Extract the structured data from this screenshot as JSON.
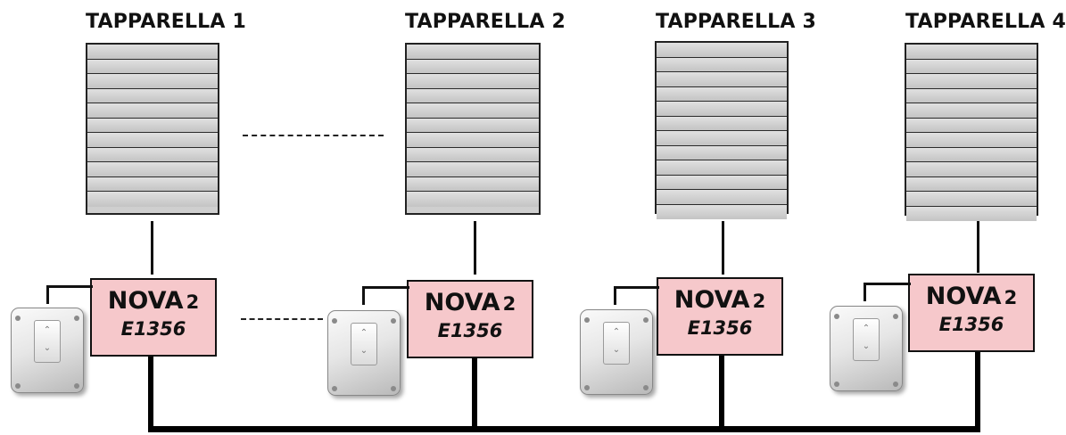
{
  "labels": [
    "TAPPARELLA 1",
    "TAPPARELLA 2",
    "TAPPARELLA 3",
    "TAPPARELLA 4"
  ],
  "module": {
    "name": "NOVA",
    "number": "2",
    "code": "E1356"
  },
  "switch_glyphs": {
    "up": "⌃",
    "down": "⌄"
  }
}
